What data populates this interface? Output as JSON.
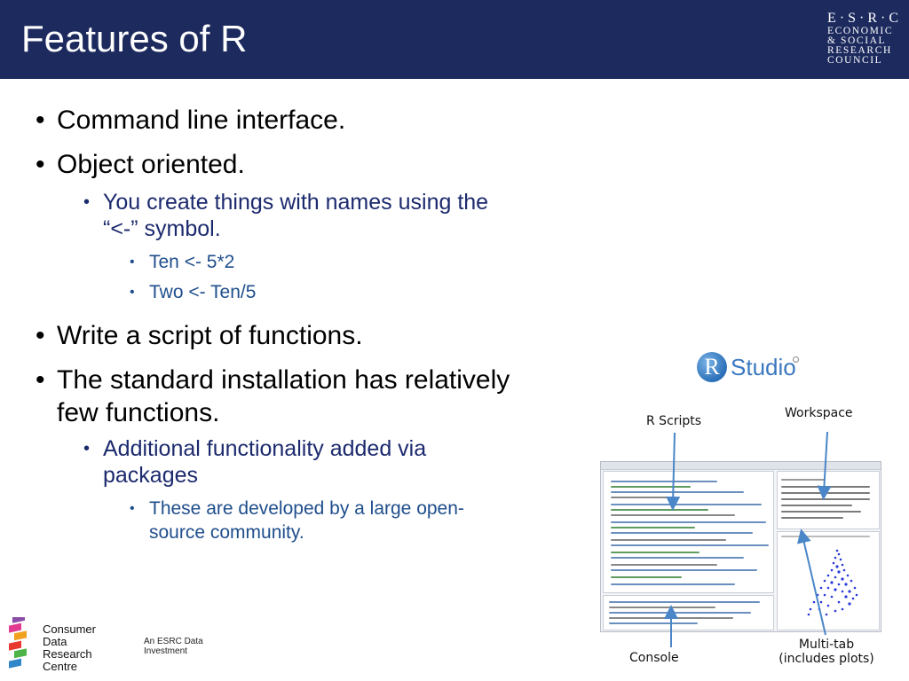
{
  "header": {
    "title": "Features of R",
    "council_logo_lines": [
      "E·S·R·C",
      "ECONOMIC",
      "& SOCIAL",
      "RESEARCH",
      "COUNCIL"
    ]
  },
  "bullets": [
    {
      "level": 1,
      "text": "Command line interface."
    },
    {
      "level": 1,
      "text": "Object oriented."
    },
    {
      "level": 2,
      "lines": [
        "You create things with names using the",
        "“<-” symbol."
      ]
    },
    {
      "level": 3,
      "text": "Ten <- 5*2"
    },
    {
      "level": 3,
      "text": "Two <- Ten/5"
    },
    {
      "level": 1,
      "text": "Write a script of functions."
    },
    {
      "level": 1,
      "lines": [
        "The standard installation has relatively",
        "few functions."
      ]
    },
    {
      "level": 2,
      "lines": [
        "Additional functionality added via",
        "packages"
      ]
    },
    {
      "level": 3,
      "lines": [
        "These are developed by a large open-",
        "source community."
      ]
    }
  ],
  "rstudio": {
    "logo_letter": "R",
    "logo_text": "Studio",
    "labels": {
      "r_scripts": "R Scripts",
      "workspace": "Workspace",
      "console": "Console",
      "multitab_line1": "Multi-tab",
      "multitab_line2": "(includes plots)"
    }
  },
  "footer": {
    "cdrc_lines": [
      "Consumer",
      "Data",
      "Research",
      "Centre"
    ],
    "esrc_investment_lines": [
      "An ESRC Data",
      "Investment"
    ]
  },
  "colors": {
    "header_bg": "#1c2a5e",
    "level1_text": "#000000",
    "level2_text": "#1c2a6e",
    "level3_text": "#1f4e8c",
    "rstudio_blue": "#3b78c0",
    "arrow": "#4a86c8"
  }
}
